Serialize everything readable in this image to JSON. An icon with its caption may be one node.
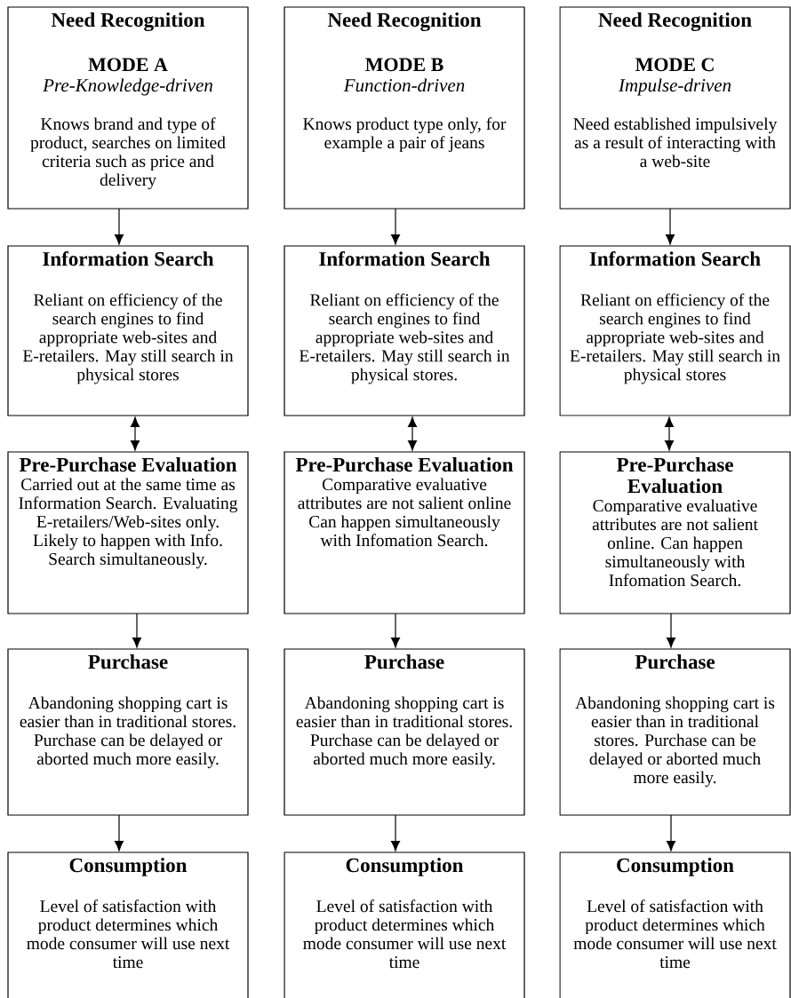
{
  "diagram": {
    "nodes": [
      {
        "text": [
          "Need Recognition",
          "MODE A",
          "Pre-Knowledge-driven",
          "Knows brand and type of product, searches on limited criteria such as price and delivery"
        ]
      },
      {
        "text": [
          "Need Recognition",
          "MODE B",
          "Function-driven",
          "Knows product type only, for example a pair of jeans"
        ]
      },
      {
        "text": [
          "Need Recognition",
          "MODE C",
          "Impulse-driven",
          "Need established impulsively as a result of interacting with a web-site"
        ]
      },
      {
        "text": [
          "Information Search",
          "Reliant on efficiency of the search engines to find appropriate web-sites and E-retailers. May still search in physical stores"
        ]
      },
      {
        "text": [
          "Information Search",
          "Reliant on efficiency of the search engines to find appropriate web-sites and E-retailers. May still search in physical stores."
        ]
      },
      {
        "text": [
          "Information Search",
          "Reliant on efficiency of the search engines to find appropriate web-sites and E-retailers. May still search in physical stores"
        ]
      },
      {
        "text": [
          "Pre-Purchase Evaluation",
          "Carried out at the same time as Information Search. Evaluating E-retailers/Web-sites only. Likely to happen with Info. Search simultaneously."
        ]
      },
      {
        "text": [
          "Pre-Purchase Evaluation",
          "Comparative evaluative attributes are not salient online Can happen simultaneously with Infomation Search."
        ]
      },
      {
        "text": [
          "Pre-Purchase Evaluation",
          "Comparative evaluative attributes are not salient online. Can happen simultaneously with Infomation Search."
        ]
      },
      {
        "text": [
          "Purchase",
          "Abandoning shopping cart is easier than in traditional stores. Purchase can be delayed or aborted much more easily."
        ]
      },
      {
        "text": [
          "Purchase",
          "Abandoning shopping cart is easier than in traditional stores. Purchase can be delayed or aborted much more easily."
        ]
      },
      {
        "text": [
          "Purchase",
          "Abandoning shopping cart is easier than in traditional stores. Purchase can be delayed or aborted much more easily."
        ]
      },
      {
        "text": [
          "Consumption",
          "Level of satisfaction with product determines which mode consumer will use next time"
        ]
      },
      {
        "text": [
          "Consumption",
          "Level of satisfaction with product determines which mode consumer will use next time"
        ]
      },
      {
        "text": [
          "Consumption",
          "Level of satisfaction with product determines which mode consumer will use next time"
        ]
      }
    ],
    "edges": [
      {
        "from": 0,
        "to": 3,
        "arrow": "to"
      },
      {
        "from": 3,
        "to": 6,
        "arrow": "both"
      },
      {
        "from": 6,
        "to": 9,
        "arrow": "to"
      },
      {
        "from": 9,
        "to": 12,
        "arrow": "to"
      },
      {
        "from": 1,
        "to": 4,
        "arrow": "to"
      },
      {
        "from": 4,
        "to": 7,
        "arrow": "both"
      },
      {
        "from": 7,
        "to": 10,
        "arrow": "to"
      },
      {
        "from": 10,
        "to": 13,
        "arrow": "to"
      },
      {
        "from": 2,
        "to": 5,
        "arrow": "to"
      },
      {
        "from": 5,
        "to": 8,
        "arrow": "both"
      },
      {
        "from": 8,
        "to": 11,
        "arrow": "to"
      },
      {
        "from": 11,
        "to": 14,
        "arrow": "to"
      }
    ]
  }
}
